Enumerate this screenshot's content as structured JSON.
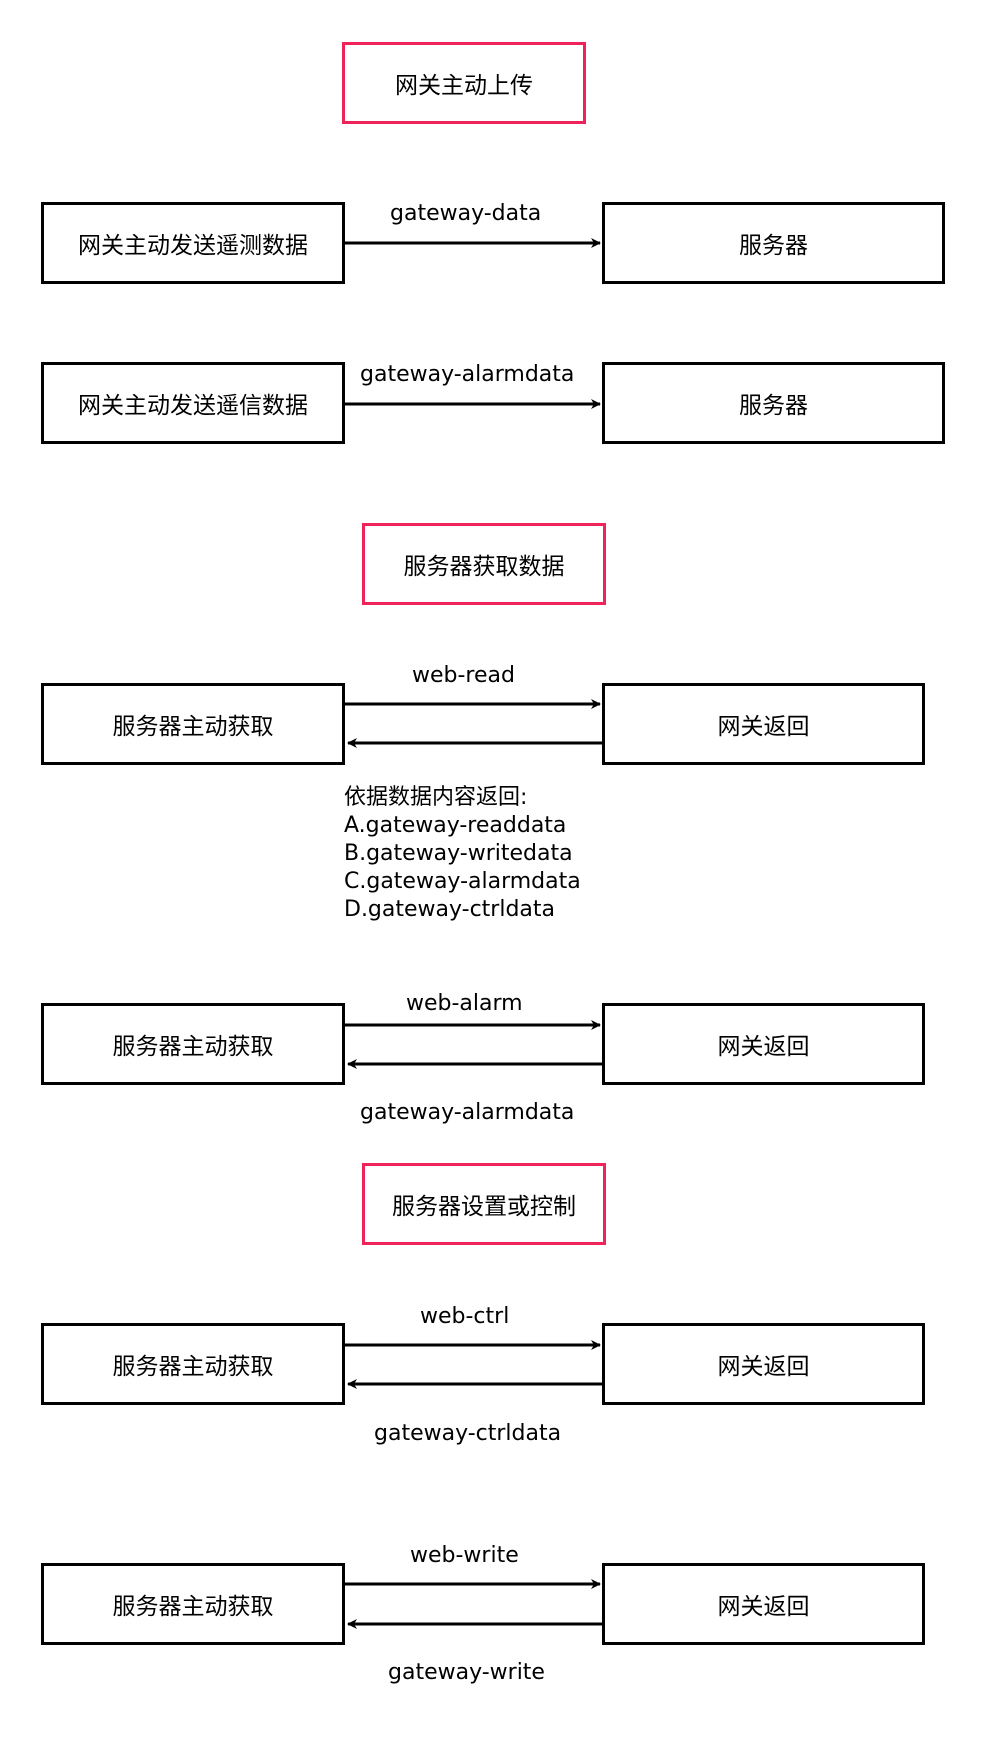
{
  "colors": {
    "section_border": "#f0225a",
    "box_border": "#000000",
    "arrow": "#000000",
    "text": "#000000",
    "background": "#ffffff"
  },
  "section1": {
    "title": "网关主动上传",
    "row1": {
      "left": "网关主动发送遥测数据",
      "right": "服务器",
      "arrow_label": "gateway-data"
    },
    "row2": {
      "left": "网关主动发送遥信数据",
      "right": "服务器",
      "arrow_label": "gateway-alarmdata"
    }
  },
  "section2": {
    "title": "服务器获取数据",
    "row1": {
      "left": "服务器主动获取",
      "right": "网关返回",
      "request_label": "web-read",
      "note_title": "依据数据内容返回:",
      "note_items": [
        "A.gateway-readdata",
        "B.gateway-writedata",
        "C.gateway-alarmdata",
        "D.gateway-ctrldata"
      ]
    },
    "row2": {
      "left": "服务器主动获取",
      "right": "网关返回",
      "request_label": "web-alarm",
      "response_label": "gateway-alarmdata"
    }
  },
  "section3": {
    "title": "服务器设置或控制",
    "row1": {
      "left": "服务器主动获取",
      "right": "网关返回",
      "request_label": "web-ctrl",
      "response_label": "gateway-ctrldata"
    },
    "row2": {
      "left": "服务器主动获取",
      "right": "网关返回",
      "request_label": "web-write",
      "response_label": "gateway-write"
    }
  }
}
